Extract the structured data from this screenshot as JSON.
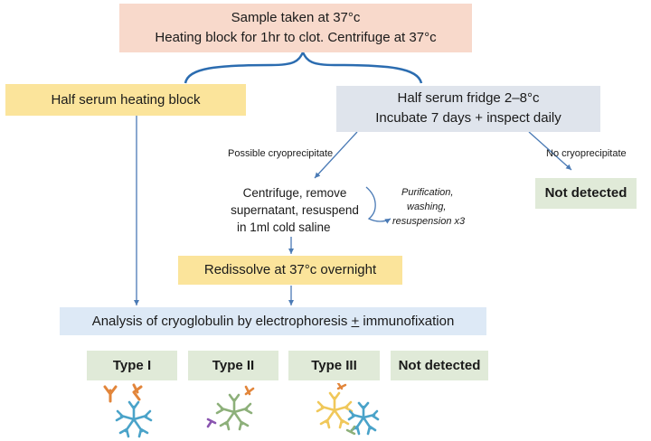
{
  "boxes": {
    "sample": {
      "line1": "Sample taken at 37°c",
      "line2": "Heating block for 1hr to clot. Centrifuge at 37°c",
      "color": "#f8d9cb"
    },
    "half_heating": {
      "text": "Half serum heating block",
      "color": "#fbe49b"
    },
    "half_fridge": {
      "line1": "Half serum fridge 2–8°c",
      "line2": "Incubate 7 days + inspect daily",
      "color": "#dfe4ec"
    },
    "centrifuge_text": {
      "line1": "Centrifuge, remove",
      "line2": "supernatant, resuspend",
      "line3": "in 1ml cold saline"
    },
    "not_detected_right": {
      "text": "Not detected",
      "color": "#e0ead8"
    },
    "redissolve": {
      "text": "Redissolve at 37°c overnight",
      "color": "#fbe49b"
    },
    "analysis": {
      "text_before": "Analysis of cryoglobulin by electrophoresis ",
      "pm": "+",
      "text_after": " immunofixation",
      "color": "#dde9f6"
    }
  },
  "labels": {
    "possible": "Possible cryoprecipitate",
    "no_cryo": "No cryoprecipitate",
    "purification": {
      "line1": "Purification,",
      "line2": "washing,",
      "line3": "resuspension x3"
    }
  },
  "types": [
    {
      "label": "Type I"
    },
    {
      "label": "Type II"
    },
    {
      "label": "Type III"
    },
    {
      "label": "Not detected"
    }
  ],
  "colors": {
    "type_box": "#e0ead8",
    "arrow": "#4a7ab5",
    "antibody_blue": "#4aa3c9",
    "antibody_orange": "#e2853a",
    "antibody_yellow": "#f0c85a",
    "antibody_purple": "#8a55b0",
    "antibody_green": "#8db07a"
  },
  "icons": [
    "monoclonal-igm-antibody-icon",
    "mixed-antibody-icon",
    "polyclonal-antibody-icon"
  ]
}
